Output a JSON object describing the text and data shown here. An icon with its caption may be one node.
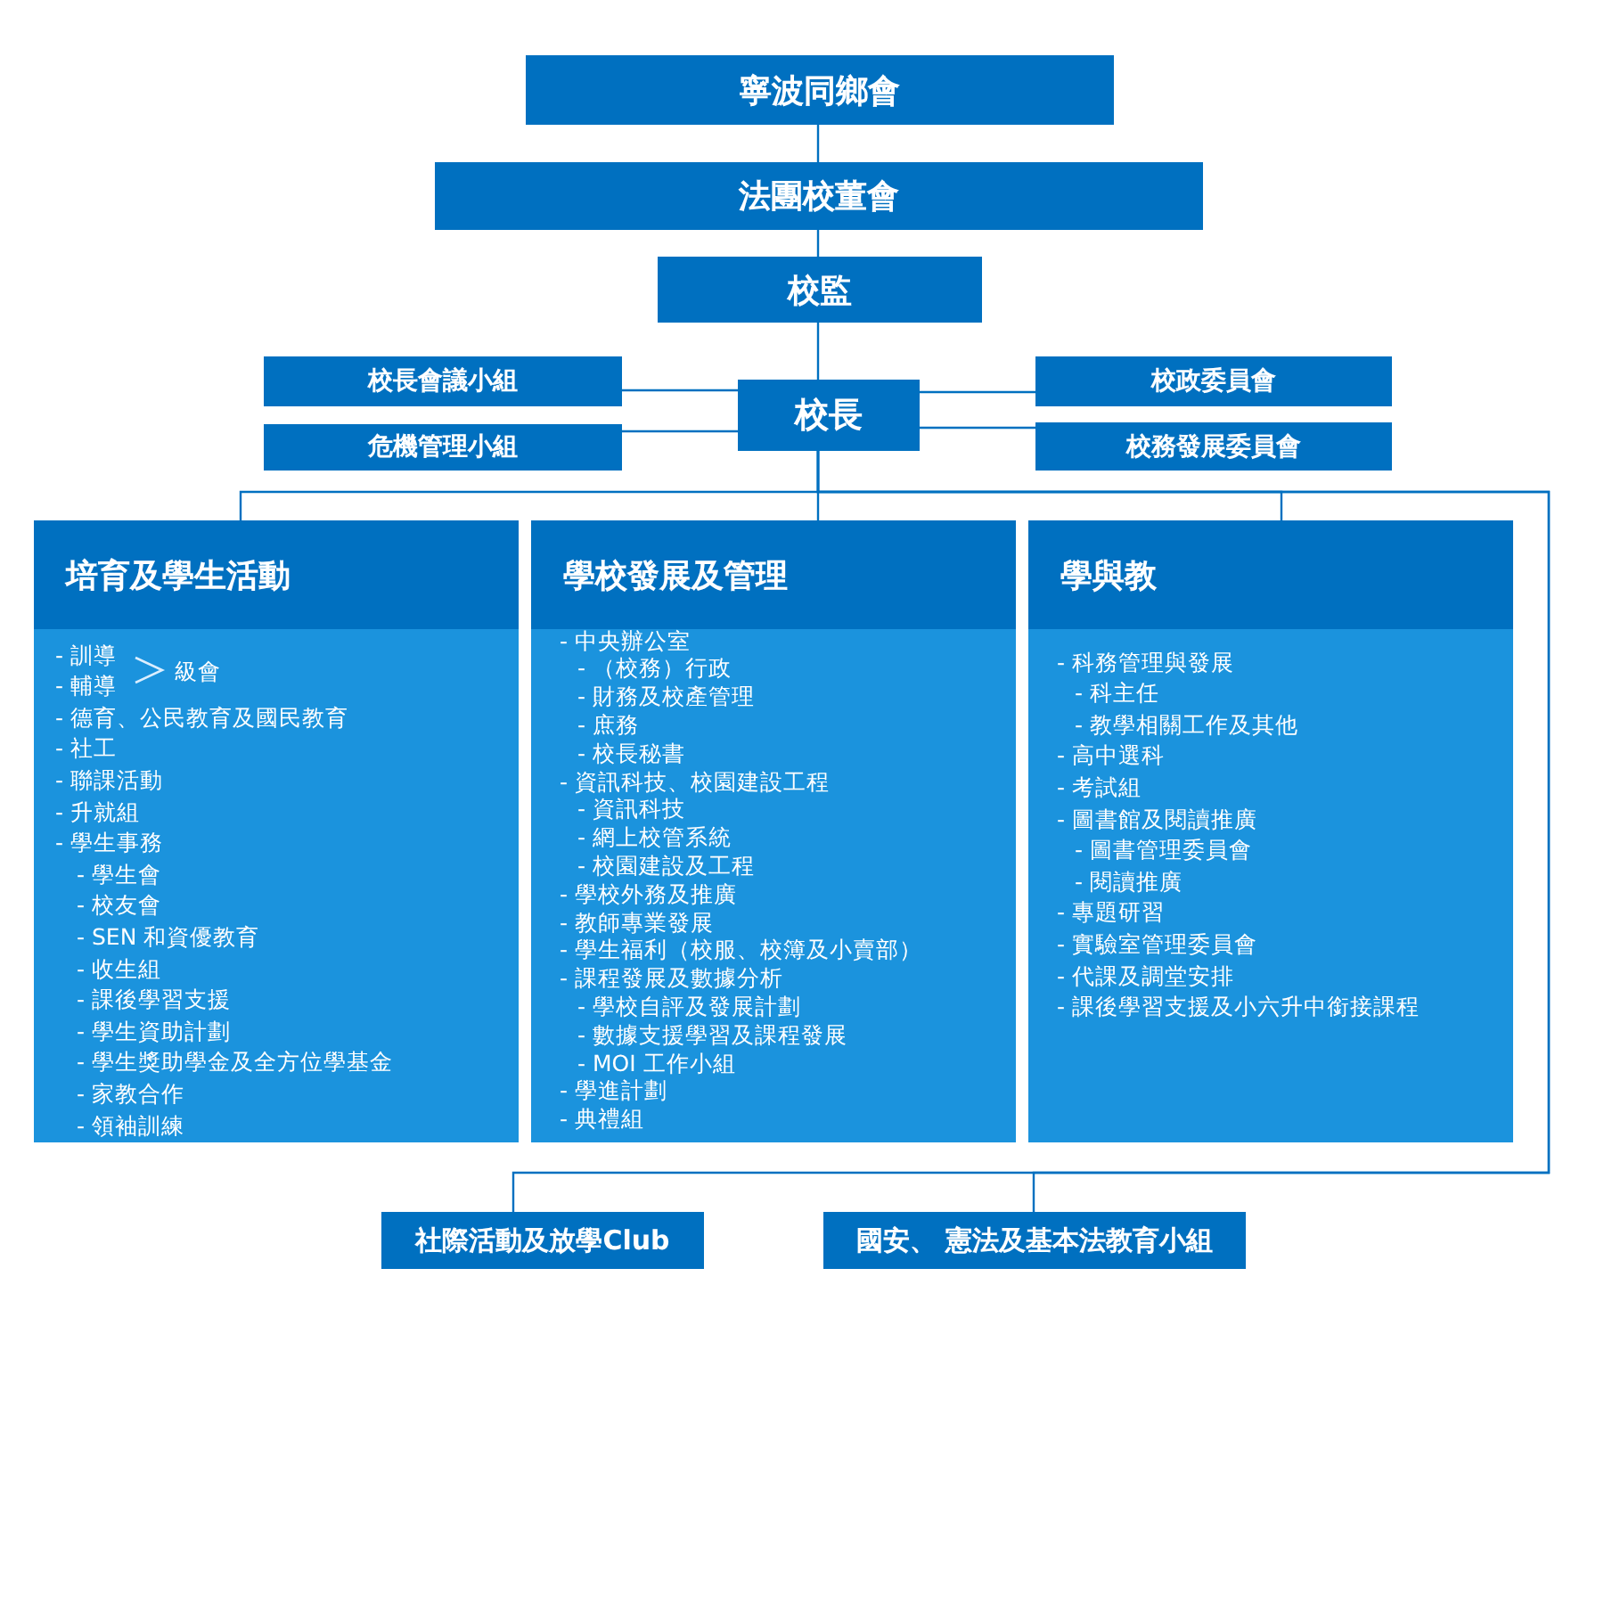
{
  "diagram": {
    "nodes": [
      {
        "text": [
          "寧波同鄉會"
        ]
      },
      {
        "text": [
          "法團校董會"
        ]
      },
      {
        "text": [
          "校監"
        ]
      },
      {
        "text": [
          "校長會議小組"
        ]
      },
      {
        "text": [
          "危機管理小組"
        ]
      },
      {
        "text": [
          "校長"
        ]
      },
      {
        "text": [
          "校政委員會"
        ]
      },
      {
        "text": [
          "校務發展委員會"
        ]
      },
      {
        "text": [
          "培育及學生活動",
          "- 訓導",
          "- 輔導",
          "級會",
          "- 德育、公民教育及國民教育",
          "- 社工",
          "- 聯課活動",
          "- 升就組",
          "- 學生事務",
          "- 學生會",
          "- 校友會",
          "- SEN 和資優教育",
          "- 收生組",
          "- 課後學習支援",
          "- 學生資助計劃",
          "- 學生獎助學金及全方位學基金",
          "- 家教合作",
          "- 領袖訓練"
        ]
      },
      {
        "text": [
          "學校發展及管理",
          "- 中央辦公室",
          "- （校務）行政",
          "- 財務及校產管理",
          "- 庶務",
          "- 校長秘書",
          "- 資訊科技、校園建設工程",
          "- 資訊科技",
          "- 網上校管系統",
          "- 校園建設及工程",
          "- 學校外務及推廣",
          "- 教師專業發展",
          "- 學生福利（校服、校簿及小賣部）",
          "- 課程發展及數據分析",
          "- 學校自評及發展計劃",
          "- 數據支援學習及課程發展",
          "- MOI 工作小組",
          "- 學進計劃",
          "- 典禮組"
        ]
      },
      {
        "text": [
          "學與教",
          "- 科務管理與發展",
          "- 科主任",
          "- 教學相關工作及其他",
          "- 高中選科",
          "- 考試組",
          "- 圖書館及閱讀推廣",
          "- 圖書管理委員會",
          "- 閱讀推廣",
          "- 專題研習",
          "- 實驗室管理委員會",
          "- 代課及調堂安排",
          "- 課後學習支援及小六升中銜接課程"
        ]
      },
      {
        "text": [
          "社際活動及放學Club"
        ]
      },
      {
        "text": [
          "國安、 憲法及基本法教育小組"
        ]
      }
    ],
    "edges": [
      {
        "from": 0,
        "to": 1,
        "arrow": "none"
      },
      {
        "from": 1,
        "to": 2,
        "arrow": "none"
      },
      {
        "from": 2,
        "to": 5,
        "arrow": "none"
      },
      {
        "from": 5,
        "to": 3,
        "arrow": "none"
      },
      {
        "from": 5,
        "to": 4,
        "arrow": "none"
      },
      {
        "from": 5,
        "to": 6,
        "arrow": "none"
      },
      {
        "from": 5,
        "to": 7,
        "arrow": "none"
      },
      {
        "from": 5,
        "to": 8,
        "arrow": "none"
      },
      {
        "from": 5,
        "to": 9,
        "arrow": "none"
      },
      {
        "from": 5,
        "to": 10,
        "arrow": "none"
      },
      {
        "from": 5,
        "to": 11,
        "arrow": "none"
      },
      {
        "from": 5,
        "to": 12,
        "arrow": "none"
      }
    ]
  }
}
